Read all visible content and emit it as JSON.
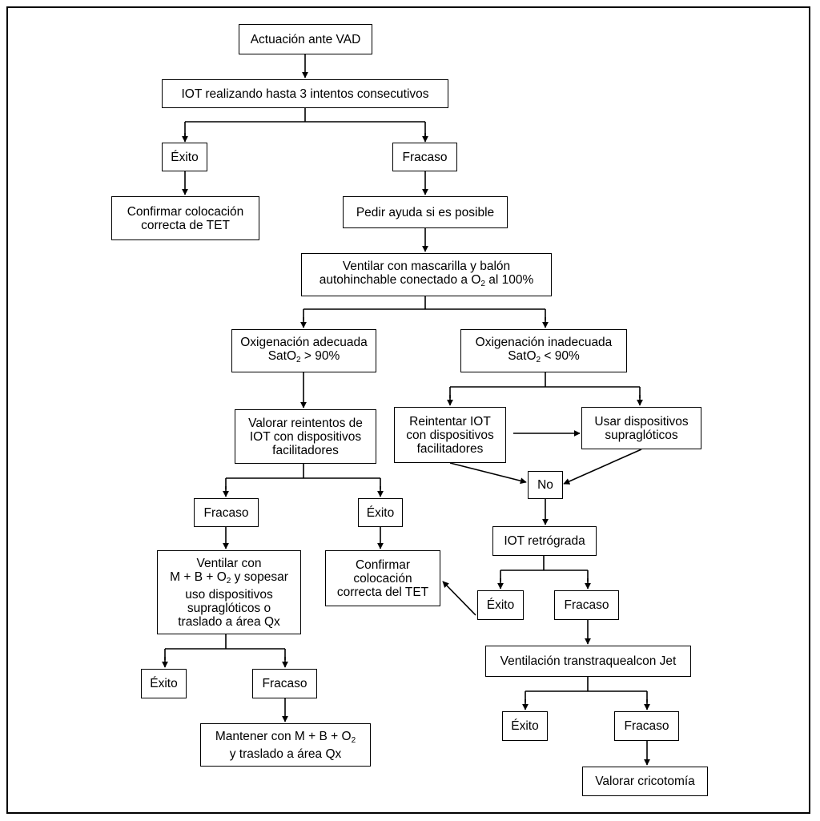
{
  "nodes": {
    "start": [
      "Actuación ante VAD"
    ],
    "iot3": [
      "IOT realizando hasta 3 intentos consecutivos"
    ],
    "exito1": [
      "Éxito"
    ],
    "fracaso1": [
      "Fracaso"
    ],
    "confirm1": [
      "Confirmar colocación",
      "correcta de TET"
    ],
    "ayuda": [
      "Pedir ayuda si es posible"
    ],
    "ventilar": [
      "Ventilar con mascarilla y balón",
      "autohinchable conectado a O|2| al 100%"
    ],
    "oxi_ok": [
      "Oxigenación adecuada",
      "SatO|2| > 90%"
    ],
    "oxi_bad": [
      "Oxigenación inadecuada",
      "SatO|2| < 90%"
    ],
    "valorar": [
      "Valorar reintentos de",
      "IOT con dispositivos",
      "facilitadores"
    ],
    "reintentar": [
      "Reintentar IOT",
      "con dispositivos",
      "facilitadores"
    ],
    "supra": [
      "Usar dispositivos",
      "supraglóticos"
    ],
    "no": [
      "No"
    ],
    "fracaso2": [
      "Fracaso"
    ],
    "exito2": [
      "Éxito"
    ],
    "retro": [
      "IOT retrógrada"
    ],
    "ventilarmb": [
      "Ventilar con",
      "M + B + O|2| y sopesar",
      "uso dispositivos",
      "supraglóticos o",
      "traslado a área Qx"
    ],
    "confirm2": [
      "Confirmar",
      "colocación",
      "correcta del TET"
    ],
    "exito3": [
      "Éxito"
    ],
    "fracaso3": [
      "Fracaso"
    ],
    "jet": [
      "Ventilación transtraquealcon Jet"
    ],
    "exito4": [
      "Éxito"
    ],
    "fracaso4": [
      "Fracaso"
    ],
    "mantener": [
      "Mantener con M + B + O|2|",
      "y traslado a área Qx"
    ],
    "exito5": [
      "Éxito"
    ],
    "fracaso5": [
      "Fracaso"
    ],
    "crico": [
      "Valorar cricotomía"
    ]
  }
}
